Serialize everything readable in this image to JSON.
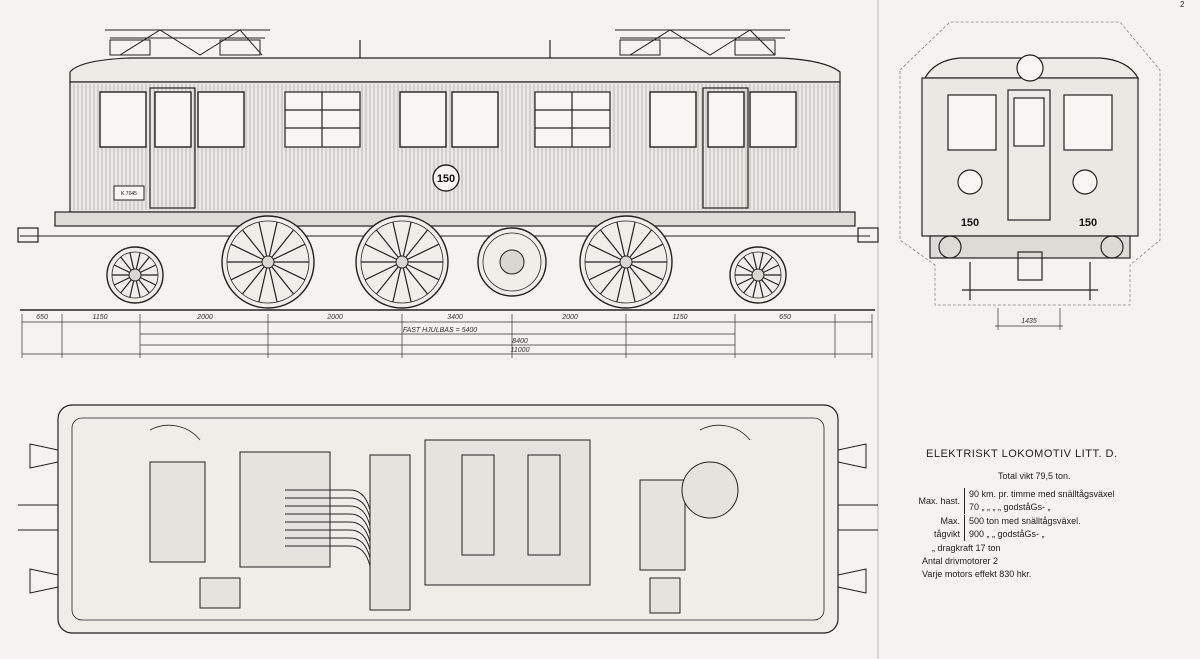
{
  "page_number": "2",
  "side_view": {
    "number_plate": "150",
    "small_plate": "K 7045"
  },
  "end_view": {
    "left_number": "150",
    "right_number": "150",
    "dimension": "1435"
  },
  "dimensions": {
    "segments": [
      "650",
      "1150",
      "2000",
      "2000",
      "3400",
      "2000",
      "1150",
      "650"
    ],
    "wheelbase": "FAST HJULBAS = 5400",
    "inner_total": "8400",
    "overall_total": "11000"
  },
  "specs": {
    "title": "ELEKTRISKT LOKOMOTIV LITT. D.",
    "total_weight": "Total vikt 79,5 ton.",
    "max_speed": {
      "label": "Max. hast.",
      "lines": [
        "90 km. pr. timme med snälltågsväxel",
        "70   „      „     „      „    godståGs- „"
      ]
    },
    "max_train": {
      "label": "Max. tågvikt",
      "lines": [
        "500 ton med snälltågsväxel.",
        "900   „     „   godståGs- „"
      ]
    },
    "tractive": "„  dragkraft 17 ton",
    "motors": "Antal drivmotorer 2",
    "power": "Varje motors effekt 830 hkr."
  }
}
